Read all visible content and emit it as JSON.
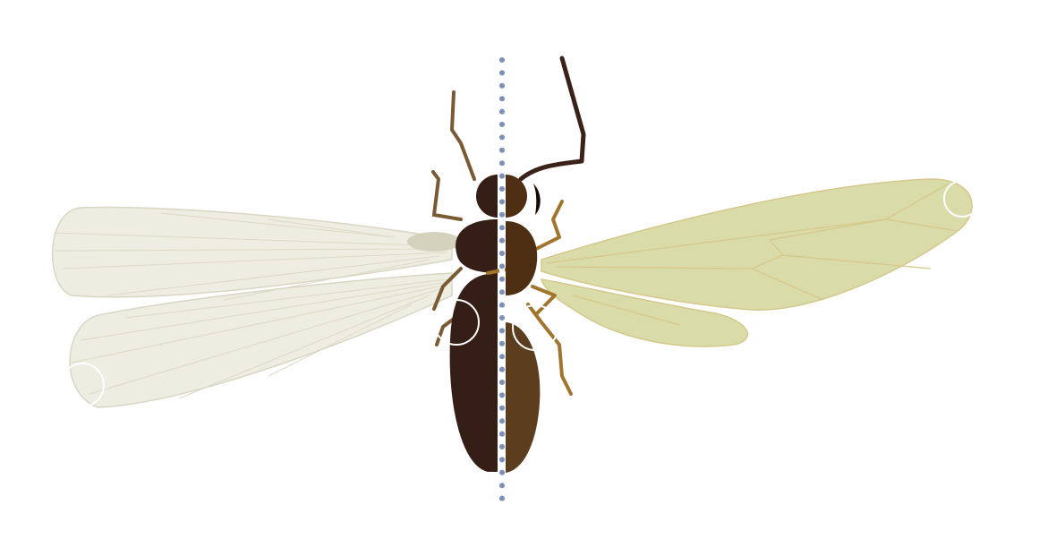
{
  "colors": {
    "background": "#ffffff",
    "divider_dots": "#7b90b8",
    "termite_body": "#341e16",
    "termite_legs": "#7a5a32",
    "termite_wing_fill": "#eeede2",
    "termite_wing_vein": "#d9d6c3",
    "ant_body": "#4e2f14",
    "ant_abdomen": "#5c3d1e",
    "ant_legs": "#a2752f",
    "ant_wing_fill": "#d9dca9",
    "ant_wing_vein": "#d6c88c",
    "highlight_circle": "#ffffff"
  },
  "illustration": {
    "left_subject": "termite-half",
    "right_subject": "winged-ant-half",
    "divider": "dotted-vertical-line"
  }
}
